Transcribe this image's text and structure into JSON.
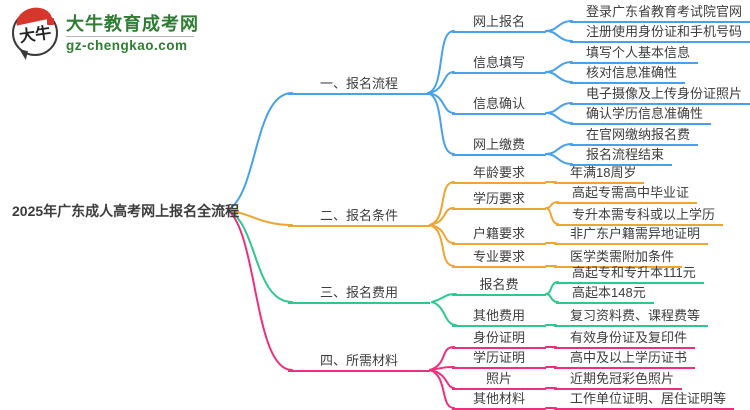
{
  "logo": {
    "icon_text": "大牛",
    "title": "大牛教育成考网",
    "domain": "gz-chengkao.com"
  },
  "colors": {
    "branch1": "#47A1EC",
    "branch2": "#EFA531",
    "branch3": "#2DC98C",
    "branch4": "#EF2F7C",
    "text": "#3D3D3D",
    "logo_green": "#2E7D32",
    "logo_red": "#D6362B"
  },
  "mindmap": {
    "root": "2025年广东成人高考网上报名全流程",
    "branches": [
      {
        "label": "一、报名流程",
        "children": [
          {
            "label": "网上报名",
            "children": [
              {
                "label": "登录广东省教育考试院官网"
              },
              {
                "label": "注册使用身份证和手机号码"
              }
            ]
          },
          {
            "label": "信息填写",
            "children": [
              {
                "label": "填写个人基本信息"
              },
              {
                "label": "核对信息准确性"
              }
            ]
          },
          {
            "label": "信息确认",
            "children": [
              {
                "label": "电子摄像及上传身份证照片"
              },
              {
                "label": "确认学历信息准确性"
              }
            ]
          },
          {
            "label": "网上缴费",
            "children": [
              {
                "label": "在官网缴纳报名费"
              },
              {
                "label": "报名流程结束"
              }
            ]
          }
        ]
      },
      {
        "label": "二、报名条件",
        "children": [
          {
            "label": "年龄要求",
            "children": [
              {
                "label": "年满18周岁"
              }
            ]
          },
          {
            "label": "学历要求",
            "children": [
              {
                "label": "高起专需高中毕业证"
              },
              {
                "label": "专升本需专科或以上学历"
              }
            ]
          },
          {
            "label": "户籍要求",
            "children": [
              {
                "label": "非广东户籍需异地证明"
              }
            ]
          },
          {
            "label": "专业要求",
            "children": [
              {
                "label": "医学类需附加条件"
              }
            ]
          }
        ]
      },
      {
        "label": "三、报名费用",
        "children": [
          {
            "label": "报名费",
            "children": [
              {
                "label": "高起专和专升本111元"
              },
              {
                "label": "高起本148元"
              }
            ]
          },
          {
            "label": "其他费用",
            "children": [
              {
                "label": "复习资料费、课程费等"
              }
            ]
          }
        ]
      },
      {
        "label": "四、所需材料",
        "children": [
          {
            "label": "身份证明",
            "children": [
              {
                "label": "有效身份证及复印件"
              }
            ]
          },
          {
            "label": "学历证明",
            "children": [
              {
                "label": "高中及以上学历证书"
              }
            ]
          },
          {
            "label": "照片",
            "children": [
              {
                "label": "近期免冠彩色照片"
              }
            ]
          },
          {
            "label": "其他材料",
            "children": [
              {
                "label": "工作单位证明、居住证明等"
              }
            ]
          }
        ]
      }
    ]
  }
}
